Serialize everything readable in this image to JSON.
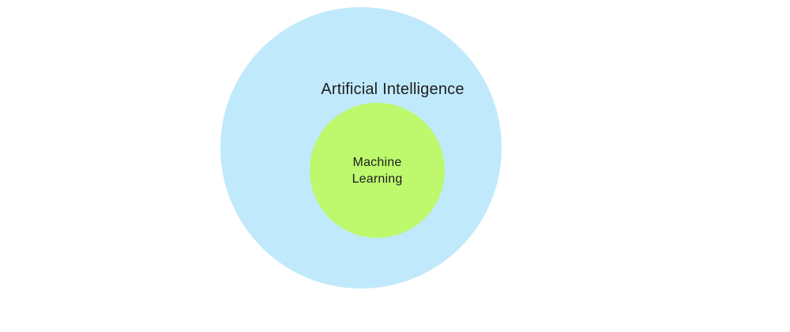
{
  "canvas": {
    "background": "#ffffff"
  },
  "text_color": "#1e1e1e",
  "diagram": {
    "type": "nested-circles",
    "outer_circle": {
      "label": "Artificial Intelligence",
      "color": "#c0eafb"
    },
    "inner_circle": {
      "label": "Machine Learning",
      "label_lines": [
        "Machine",
        "Learning"
      ],
      "color": "#bdf86d"
    }
  }
}
